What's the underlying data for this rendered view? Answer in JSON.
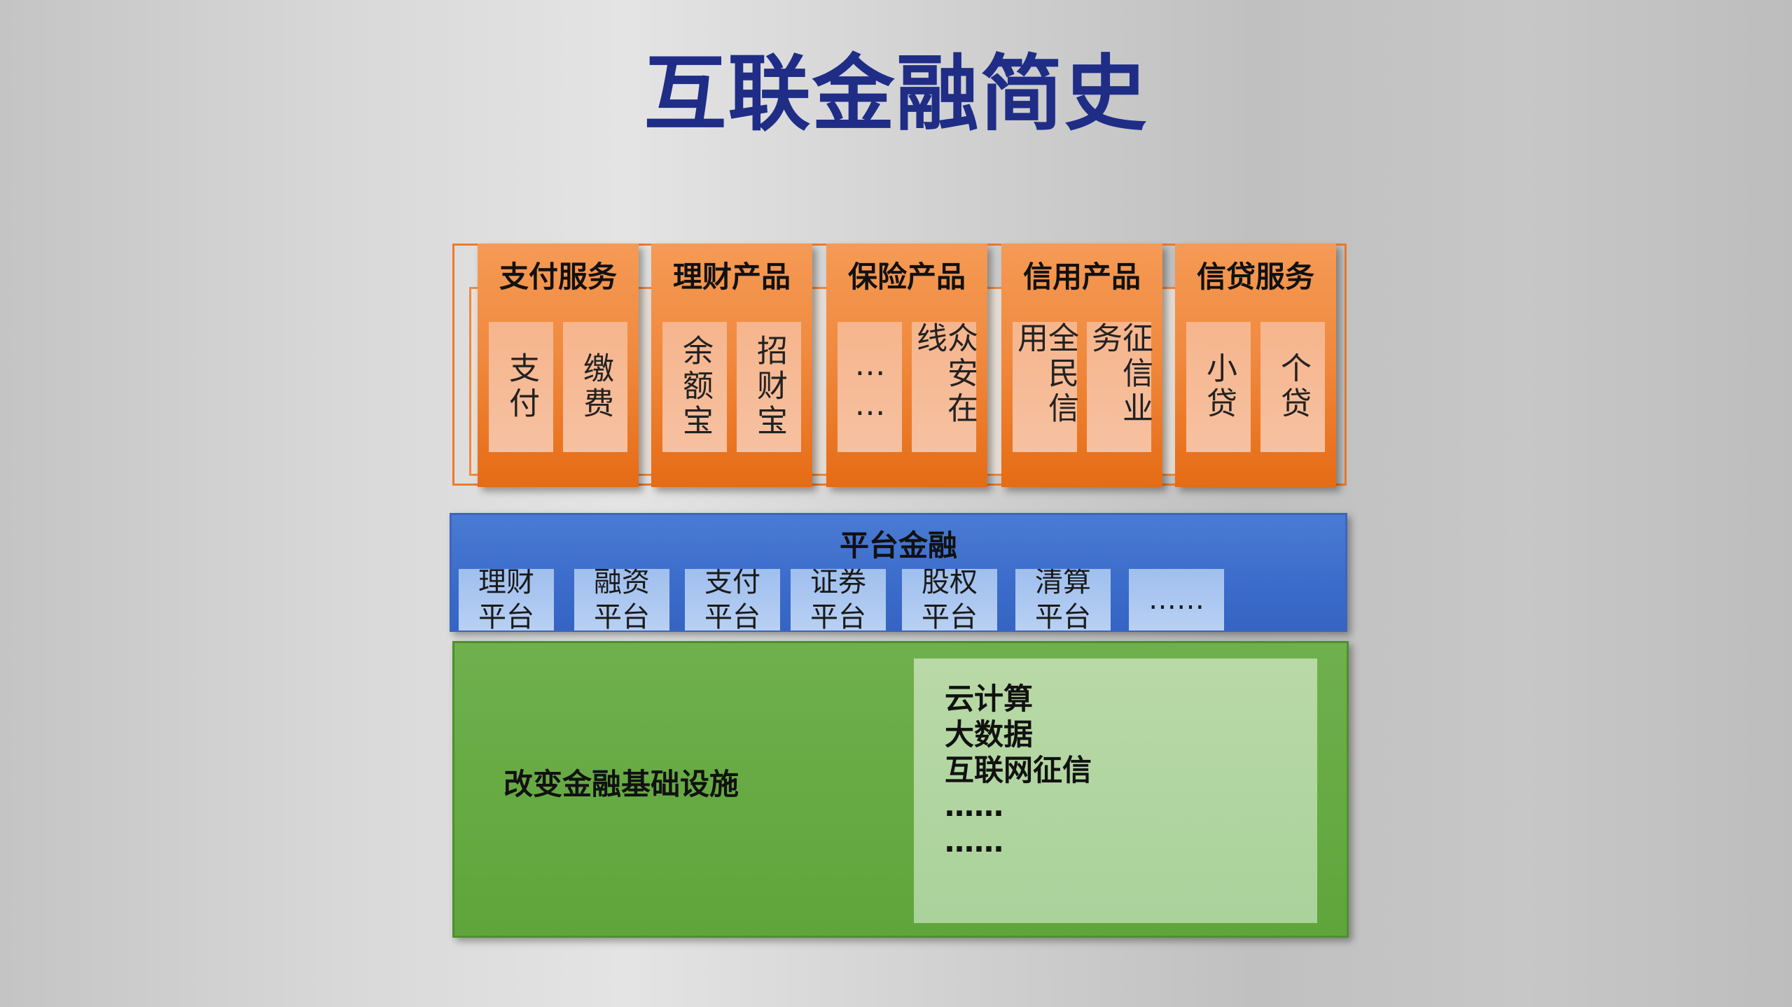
{
  "title": "互联金融简史",
  "products": [
    {
      "title": "支付服务",
      "cells": [
        "支付",
        "缴费"
      ]
    },
    {
      "title": "理财产品",
      "cells": [
        "余额宝",
        "招财宝"
      ]
    },
    {
      "title": "保险产品",
      "cells": [
        "……",
        "众安在线"
      ]
    },
    {
      "title": "信用产品",
      "cells": [
        "全民信用",
        "征信业务"
      ]
    },
    {
      "title": "信贷服务",
      "cells": [
        "小贷",
        "个贷"
      ]
    }
  ],
  "platform": {
    "title": "平台金融",
    "items": [
      "理财平台",
      "融资平台",
      "支付平台",
      "证券平台",
      "股权平台",
      "清算平台",
      "……"
    ]
  },
  "infrastructure": {
    "label": "改变金融基础设施",
    "items": [
      "云计算",
      "大数据",
      "互联网征信",
      "……",
      "……"
    ]
  }
}
